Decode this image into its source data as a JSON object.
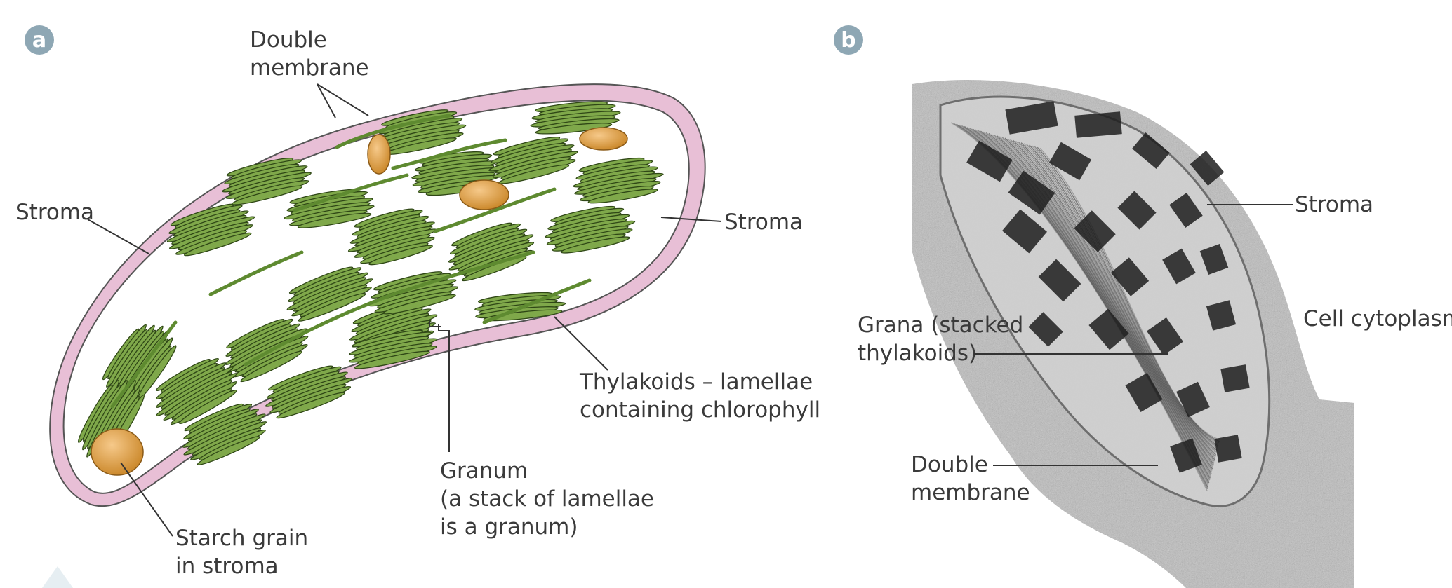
{
  "panels": [
    {
      "badge": "a"
    },
    {
      "badge": "b"
    }
  ],
  "diagram_a": {
    "labels": {
      "double_membrane": [
        "Double",
        "membrane"
      ],
      "stroma_left": "Stroma",
      "stroma_right": "Stroma",
      "thylakoids": [
        "Thylakoids – lamellae",
        "containing chlorophyll"
      ],
      "granum": [
        "Granum",
        "(a stack of lamellae",
        "is a granum)"
      ],
      "starch": [
        "Starch grain",
        "in stroma"
      ]
    }
  },
  "diagram_b": {
    "labels": {
      "stroma": "Stroma",
      "cell_cytoplasm": "Cell cytoplasm",
      "grana": [
        "Grana (stacked",
        "thylakoids)"
      ],
      "double_membrane": [
        "Double",
        "membrane"
      ]
    }
  },
  "colors": {
    "badge": "#8ea7b4",
    "membrane": "#e8bfd6",
    "thylakoid": "#6f9a3e",
    "thylakoid_dark": "#3f5d1f",
    "starch": "#d9953c",
    "micrograph_bg": "#b9b9b9"
  }
}
